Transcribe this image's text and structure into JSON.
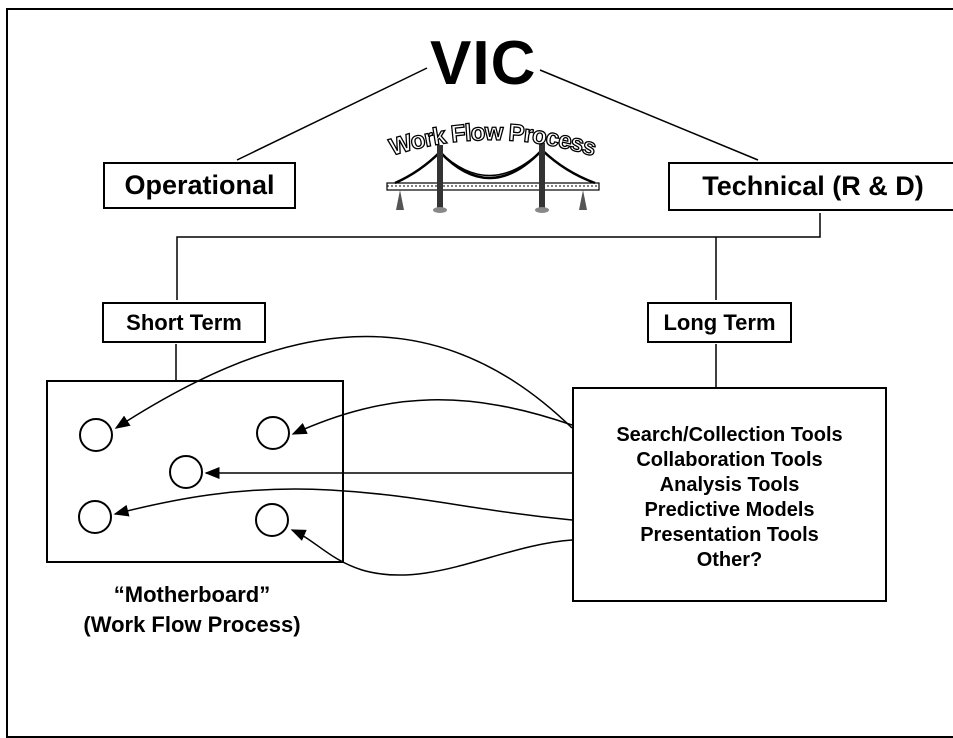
{
  "title": "VIC",
  "logo": {
    "text": "Work Flow Process",
    "icon": "bridge-icon"
  },
  "branches": {
    "operational": "Operational",
    "technical": "Technical (R & D)"
  },
  "terms": {
    "short": "Short Term",
    "long": "Long Term"
  },
  "tools": [
    "Search/Collection Tools",
    "Collaboration Tools",
    "Analysis Tools",
    "Predictive Models",
    "Presentation Tools",
    "Other?"
  ],
  "motherboard": {
    "title": "“Motherboard”",
    "subtitle": "(Work Flow Process)",
    "slot_count": 5
  }
}
